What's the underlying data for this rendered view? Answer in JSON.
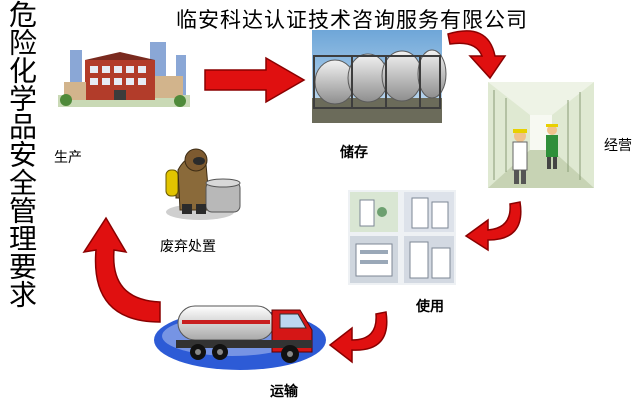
{
  "company_name": "临安科达认证技术咨询服务有限公司",
  "vertical_title": "危险化学品安全管理要求",
  "stages": {
    "production": "生产",
    "storage": "储存",
    "operation": "经营",
    "use": "使用",
    "transport": "运输",
    "disposal": "废弃处置"
  },
  "colors": {
    "arrow_red": "#e01010",
    "arrow_dark": "#8a0000"
  },
  "icons": {
    "production": "factory-building-icon",
    "storage": "tank-containers-photo-icon",
    "operation": "warehouse-workers-icon",
    "use": "laboratory-equipment-photo-icon",
    "transport": "tanker-truck-icon",
    "disposal": "hazmat-suit-worker-icon"
  }
}
